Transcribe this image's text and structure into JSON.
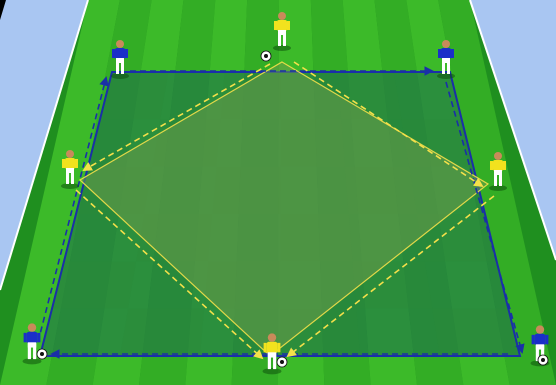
{
  "diagram": {
    "type": "soccer-passing-drill",
    "colors": {
      "pitch_dark": "#1f8f1f",
      "pitch_light": "#3fbf2a",
      "sky": "#a9c6f2",
      "grid_zone": "#1e6b4f",
      "outer_square": "#1a2fa8",
      "inner_diamond": "#f4e04a",
      "blue_team": "#1a2fc8",
      "yellow_team": "#f2e21e"
    },
    "players": [
      {
        "id": "blue-top-left",
        "team": "blue"
      },
      {
        "id": "blue-top-right",
        "team": "blue"
      },
      {
        "id": "blue-bottom-left",
        "team": "blue"
      },
      {
        "id": "blue-bottom-right",
        "team": "blue"
      },
      {
        "id": "yellow-top",
        "team": "yellow"
      },
      {
        "id": "yellow-left",
        "team": "yellow"
      },
      {
        "id": "yellow-right",
        "team": "yellow"
      },
      {
        "id": "yellow-bottom",
        "team": "yellow"
      }
    ],
    "balls": 4,
    "pass_lines": {
      "outer_style": "dashed",
      "inner_style": "dashed",
      "direction": "clockwise"
    }
  }
}
